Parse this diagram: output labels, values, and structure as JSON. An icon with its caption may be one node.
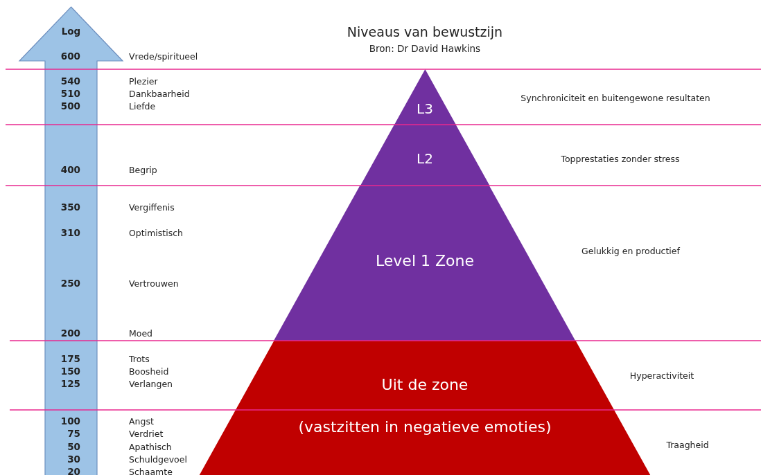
{
  "diagram": {
    "title": "Niveaus van bewustzijn",
    "nodes": [
      {
        "text": [
          "Log"
        ]
      },
      {
        "text": [
          "L3"
        ]
      },
      {
        "text": [
          "L2"
        ]
      },
      {
        "text": [
          "Level 1 Zone"
        ]
      },
      {
        "text": [
          "Uit de zone",
          "(vastzitten in negatieve emoties)"
        ]
      }
    ],
    "labels": [
      "Bron: Dr David Hawkins",
      "600",
      "Vrede/spiritueel",
      "540",
      "Plezier",
      "510",
      "Dankbaarheid",
      "500",
      "Liefde",
      "400",
      "Begrip",
      "350",
      "Vergiffenis",
      "310",
      "Optimistisch",
      "250",
      "Vertrouwen",
      "200",
      "Moed",
      "175",
      "Trots",
      "150",
      "Boosheid",
      "125",
      "Verlangen",
      "100",
      "Angst",
      "75",
      "Verdriet",
      "50",
      "Apathisch",
      "30",
      "Schuldgevoel",
      "20",
      "Schaamte",
      "Synchroniciteit en buitengewone resultaten",
      "Topprestaties zonder stress",
      "Gelukkig en productief",
      "Hyperactiviteit",
      "Traagheid"
    ]
  }
}
